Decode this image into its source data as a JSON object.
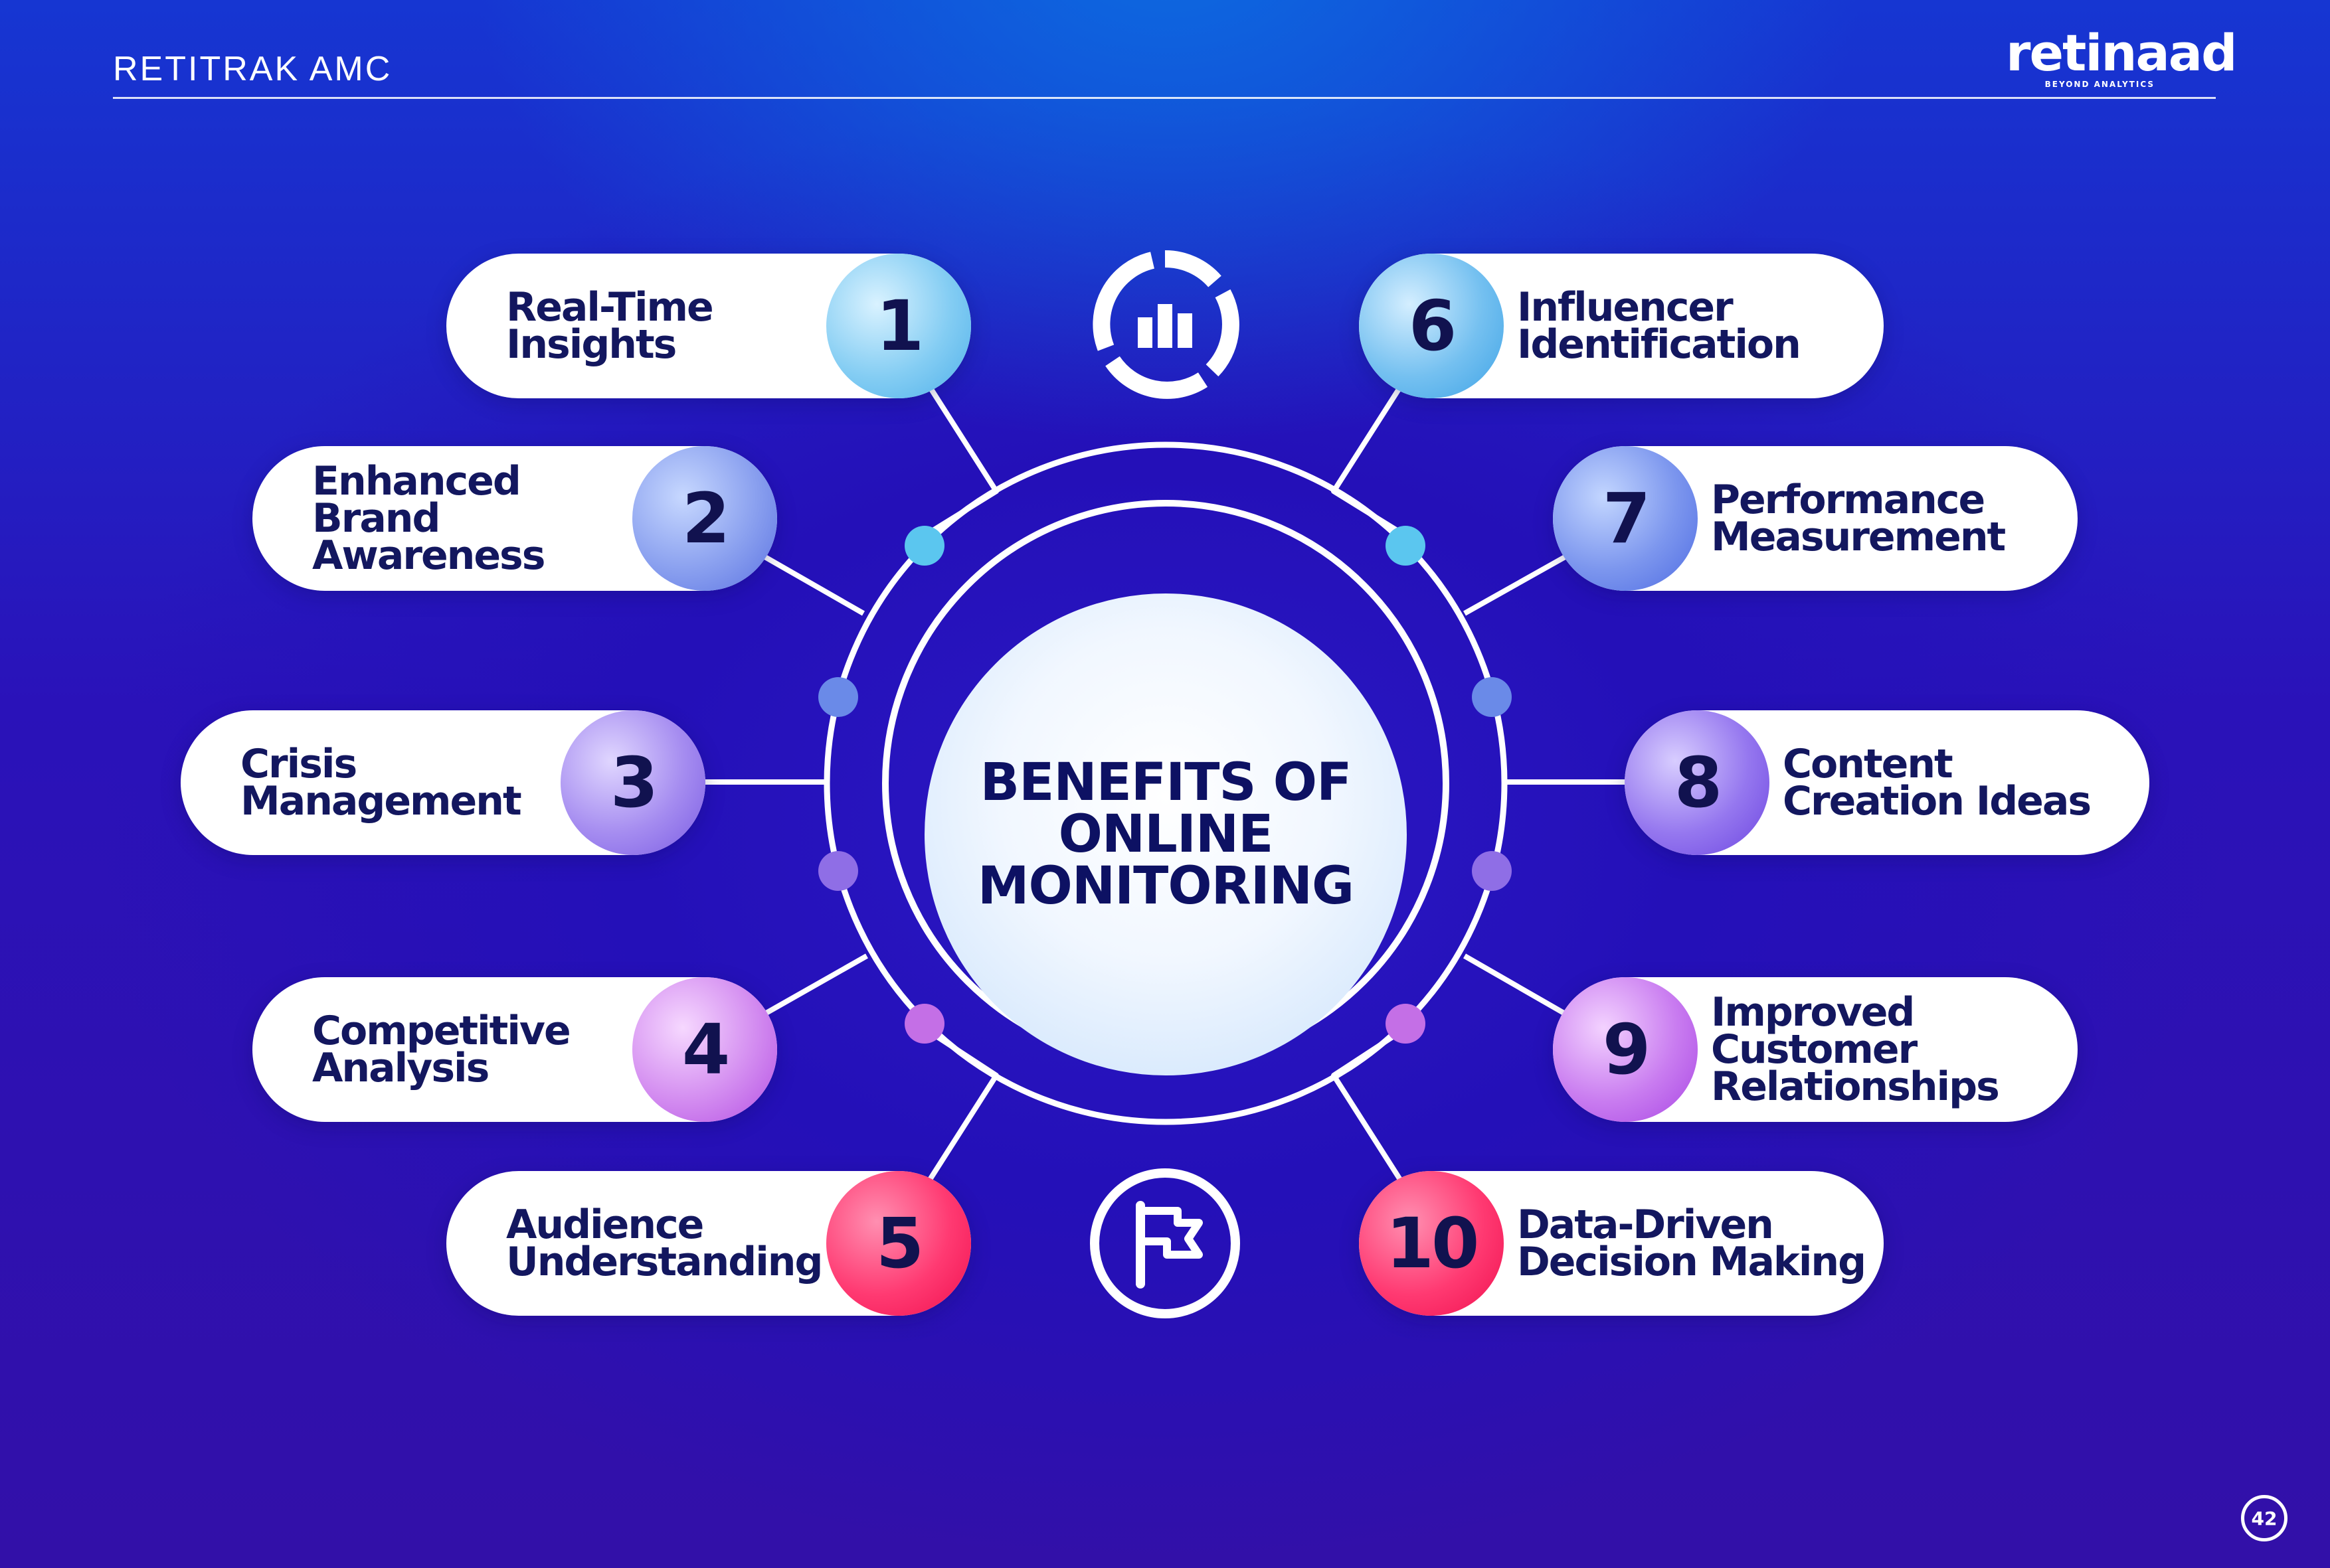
{
  "header": {
    "brand": "RETITRAK AMC"
  },
  "logo": {
    "wordmark": "retinaad",
    "tagline": "BEYOND ANALYTICS"
  },
  "page_number": "42",
  "center": {
    "title": "BENEFITS OF\nONLINE\nMONITORING"
  },
  "icons": {
    "top": "analytics-chart-icon",
    "bottom": "flag-icon"
  },
  "colors": {
    "text_dark": "#13175f",
    "line": "#ffffff",
    "badge_1": "#5fb8ee",
    "badge_2": "#6f8ae8",
    "badge_3": "#8a6fe6",
    "badge_4": "#c36fe6",
    "badge_5": "#ff1f5e",
    "badge_6": "#4aa9ea",
    "badge_7": "#5a7ae6",
    "badge_8": "#7a55e3",
    "badge_9": "#b456e6",
    "badge_10": "#ff1f5e"
  },
  "benefits": [
    {
      "number": "1",
      "label": "Real-Time\nInsights",
      "side": "left"
    },
    {
      "number": "2",
      "label": "Enhanced\nBrand\nAwareness",
      "side": "left"
    },
    {
      "number": "3",
      "label": "Crisis\nManagement",
      "side": "left"
    },
    {
      "number": "4",
      "label": "Competitive\nAnalysis",
      "side": "left"
    },
    {
      "number": "5",
      "label": "Audience\nUnderstanding",
      "side": "left"
    },
    {
      "number": "6",
      "label": "Influencer\nIdentification",
      "side": "right"
    },
    {
      "number": "7",
      "label": "Performance\nMeasurement",
      "side": "right"
    },
    {
      "number": "8",
      "label": "Content\nCreation Ideas",
      "side": "right"
    },
    {
      "number": "9",
      "label": "Improved\nCustomer\nRelationships",
      "side": "right"
    },
    {
      "number": "10",
      "label": "Data-Driven\nDecision Making",
      "side": "right"
    }
  ]
}
